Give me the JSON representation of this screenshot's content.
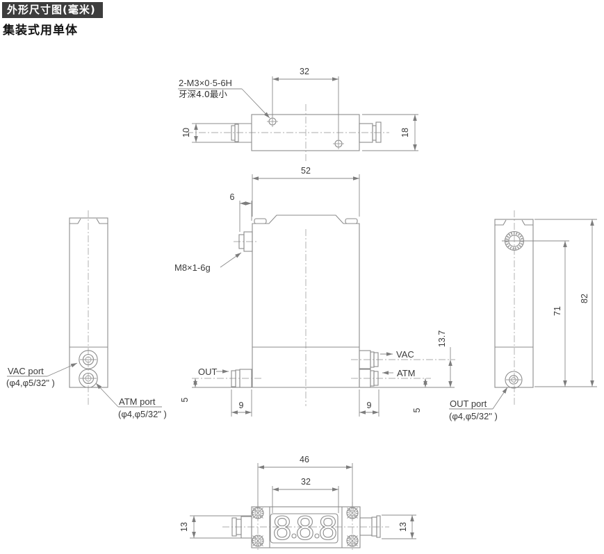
{
  "header": {
    "badge": "外形尺寸图(毫米)",
    "subtitle": "集装式用单体",
    "badge_bg": "#3d3d3d",
    "badge_text_color": "#ffffff"
  },
  "top_view": {
    "dim_hole_span": "32",
    "dim_left_height": "10",
    "dim_right_height": "18",
    "thread_note_line1": "2-M3×0·5-6H",
    "thread_note_line2": "牙深4.0最小"
  },
  "front_view": {
    "dim_width": "52",
    "dim_stud_offset": "6",
    "dim_left_fitting": "9",
    "dim_right_fitting": "9",
    "dim_out_center": "5",
    "dim_atm_center": "5",
    "dim_vac_center": "13.7",
    "stud_thread_label": "M8×1-6g",
    "out_flow_label": "OUT",
    "vac_flow_label": "VAC",
    "atm_flow_label": "ATM"
  },
  "left_view": {
    "vac_port": {
      "name": "VAC port",
      "size": "(φ4,φ5/32\" )"
    },
    "atm_port": {
      "name": "ATM port",
      "size": "(φ4,φ5/32\" )"
    }
  },
  "right_view": {
    "dim_hole_to_bottom": "71",
    "dim_height": "82",
    "out_port": {
      "name": "OUT port",
      "size": "(φ4,φ5/32\" )"
    }
  },
  "bottom_view": {
    "dim_screw_span": "46",
    "dim_window_width": "32",
    "dim_left_height": "13",
    "dim_right_height": "13",
    "display_digits": [
      "8",
      "8",
      "8"
    ]
  },
  "colors": {
    "line": "#8b8b8b",
    "centerline": "#ababab",
    "dim_text": "#3a3a3a"
  }
}
